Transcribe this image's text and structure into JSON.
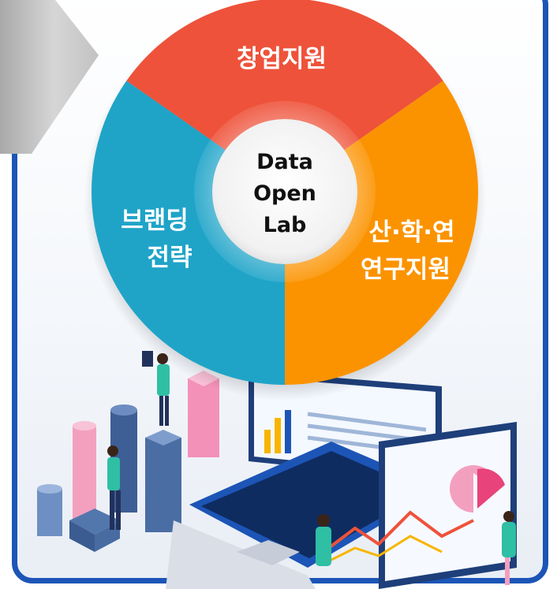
{
  "diagram": {
    "center": {
      "lines": [
        "Data",
        "Open",
        "Lab"
      ]
    },
    "segments": [
      {
        "id": "startup",
        "lines": [
          "창업지원"
        ],
        "color": "#ee523a"
      },
      {
        "id": "research",
        "lines": [
          "산·학·연",
          "연구지원"
        ],
        "color": "#fb9300"
      },
      {
        "id": "branding",
        "lines": [
          "브랜딩",
          "전략"
        ],
        "color": "#1fa4c8"
      }
    ]
  },
  "colors": {
    "frame_border": "#1c55b6",
    "center_fill": "#ffffff"
  }
}
